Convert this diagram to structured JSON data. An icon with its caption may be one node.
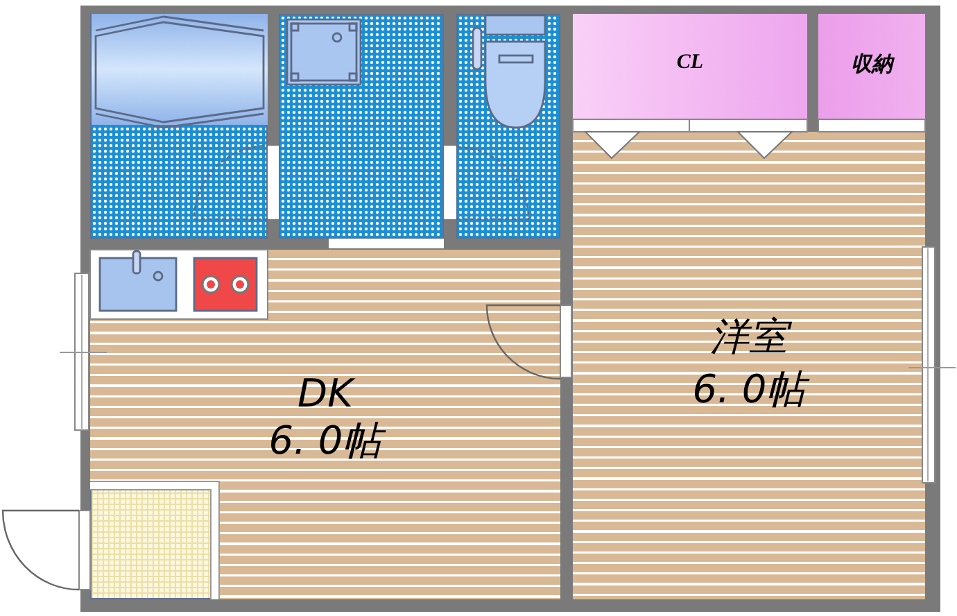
{
  "diagram": {
    "nodes": [
      {
        "text": [],
        "shape": "box"
      },
      {
        "text": [],
        "shape": "box"
      },
      {
        "text": [],
        "shape": "box"
      },
      {
        "text": [
          "CL"
        ]
      },
      {
        "text": [
          "収納"
        ]
      },
      {
        "text": [
          "洋室",
          "6. 0帖"
        ]
      },
      {
        "text": [
          "DK",
          "6. 0帖"
        ]
      },
      {
        "text": [],
        "shape": "box",
        "in": 6
      }
    ]
  }
}
